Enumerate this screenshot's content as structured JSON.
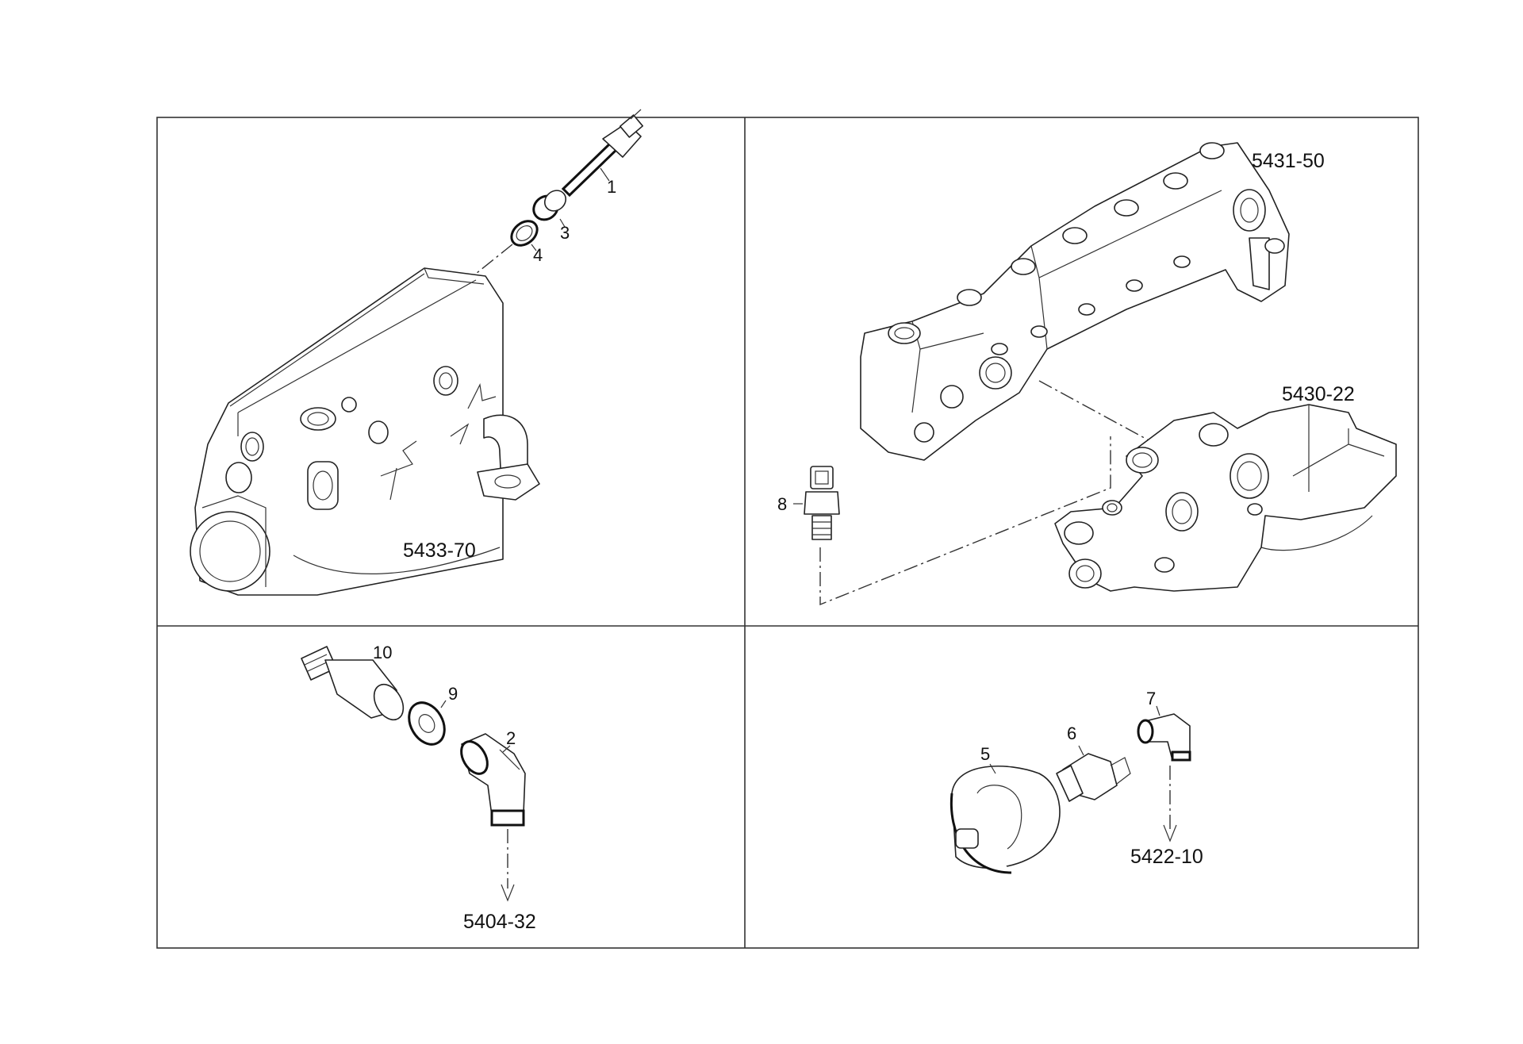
{
  "refs": {
    "cell1": "5433-70",
    "cell2a": "5431-50",
    "cell2b": "5430-22",
    "cell3": "5404-32",
    "cell4": "5422-10"
  },
  "parts": {
    "p1": "1",
    "p2": "2",
    "p3": "3",
    "p4": "4",
    "p5": "5",
    "p6": "6",
    "p7": "7",
    "p8": "8",
    "p9": "9",
    "p10": "10"
  }
}
